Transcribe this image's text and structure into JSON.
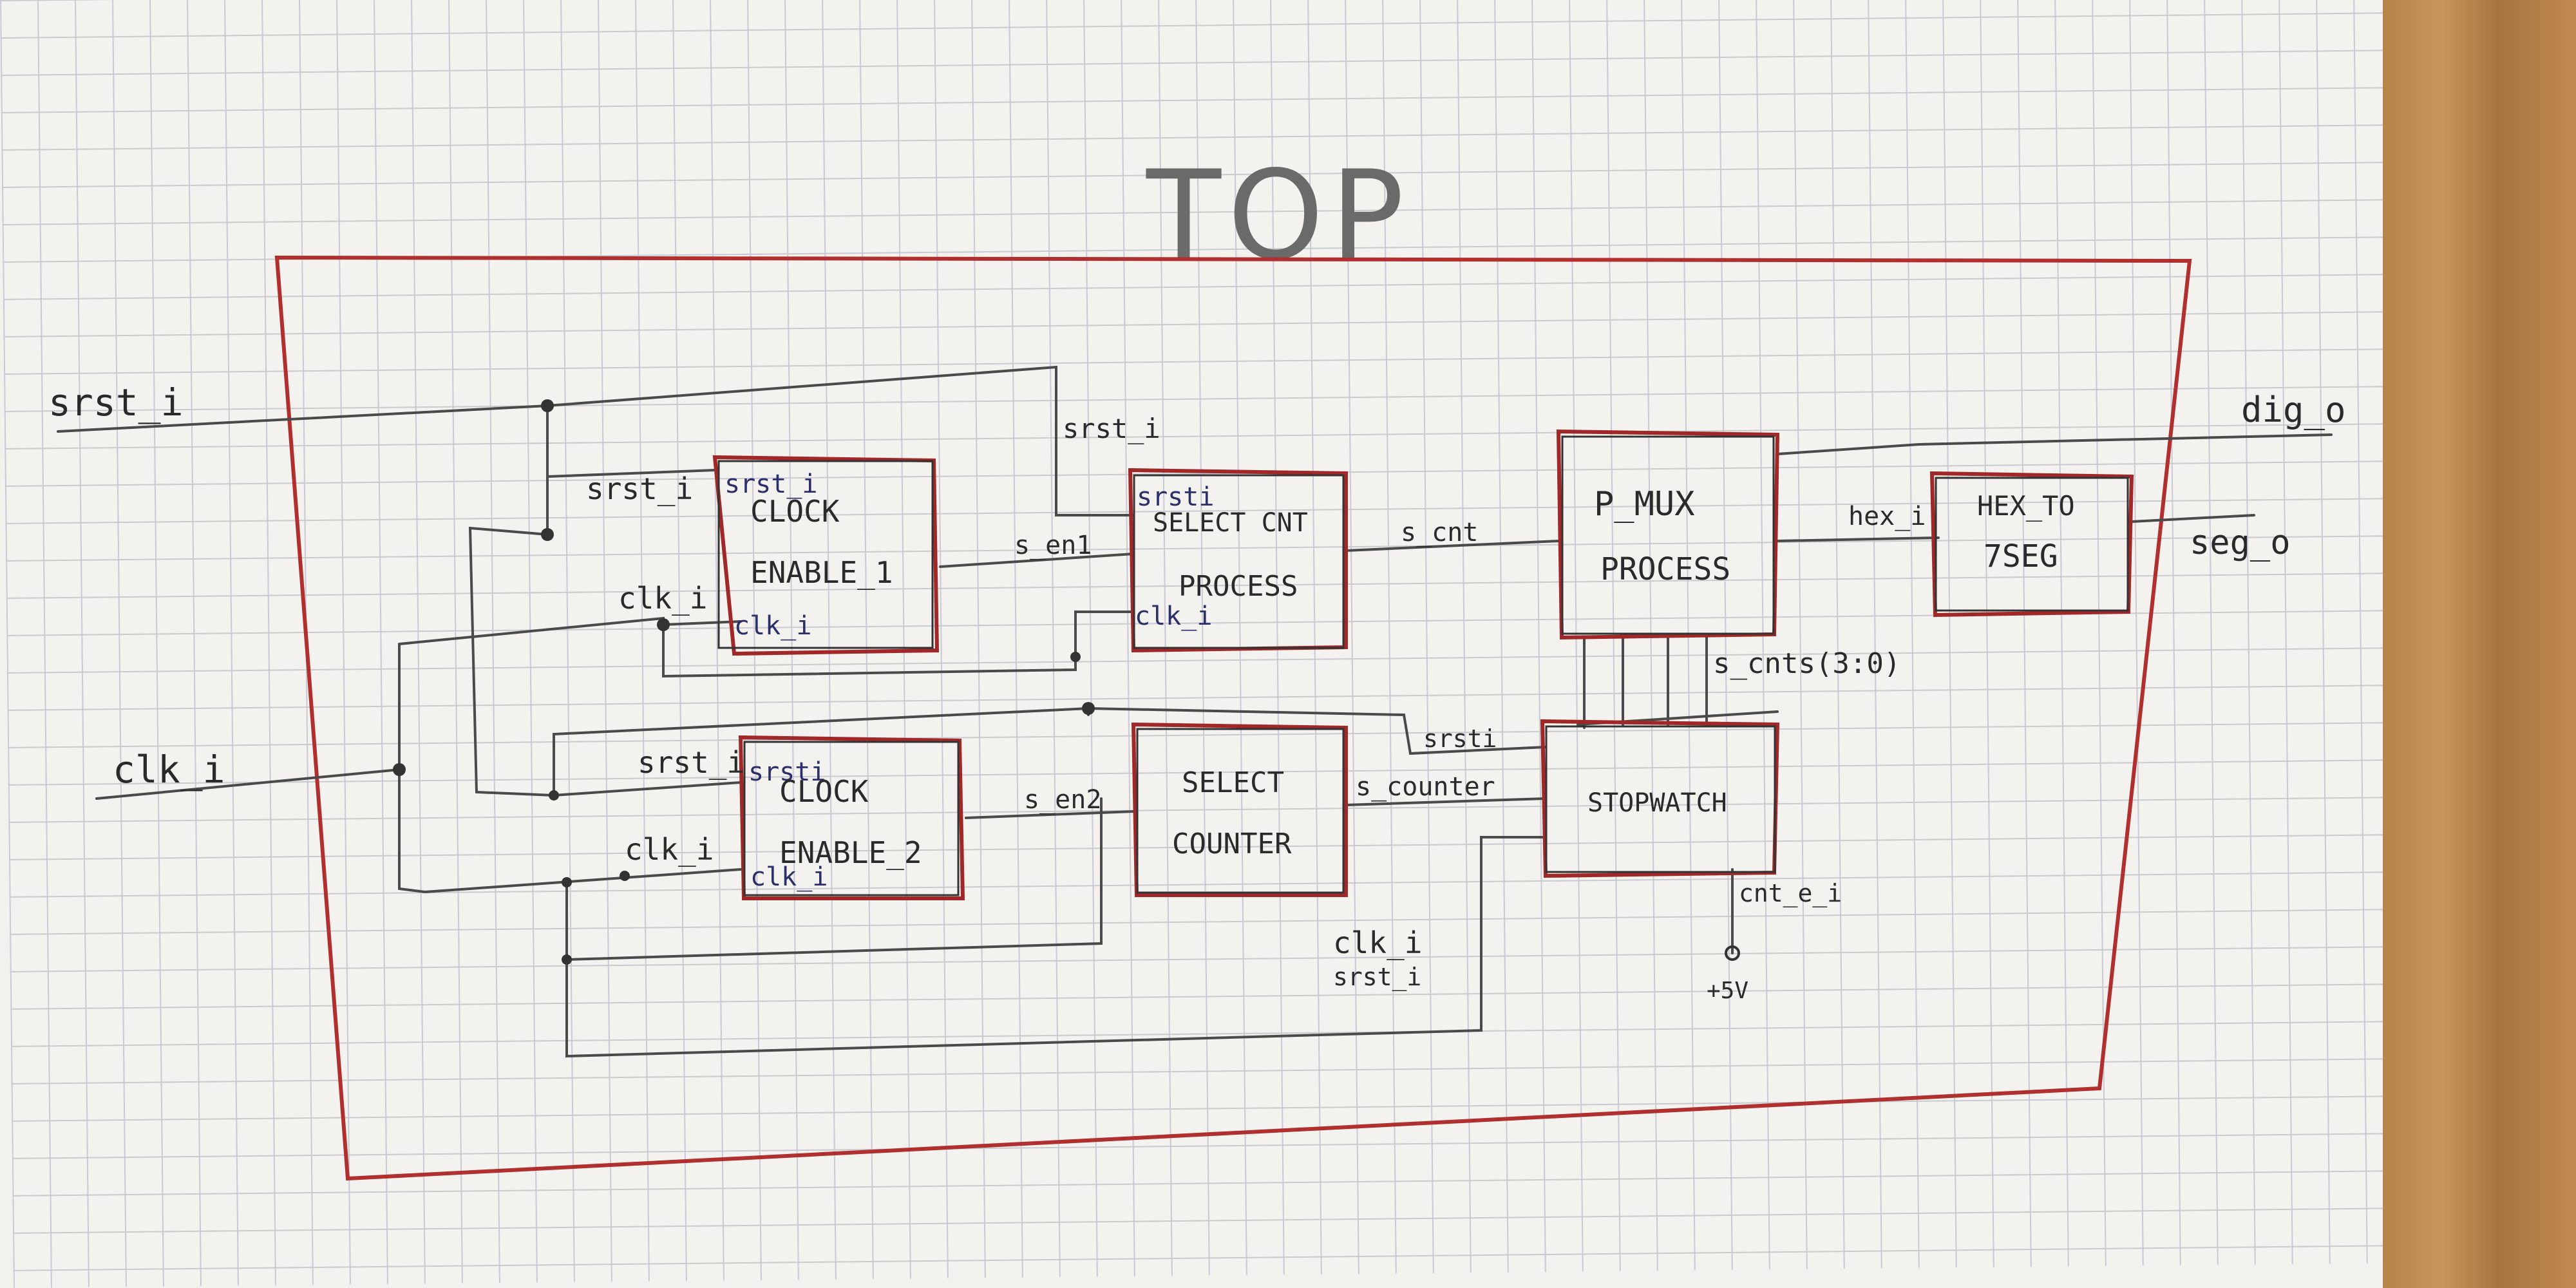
{
  "title": "TOP",
  "blocks": {
    "clock_enable_1": {
      "line1": "CLOCK",
      "line2": "ENABLE_1",
      "port_rst": "srst_i",
      "port_clk": "clk_i"
    },
    "clock_enable_2": {
      "line1": "CLOCK",
      "line2": "ENABLE_2",
      "port_rst": "srsti",
      "port_clk": "clk_i"
    },
    "select_cnt_process": {
      "line1": "SELECT CNT",
      "line2": "PROCESS",
      "port_rst": "srsti",
      "port_clk": "clk_i"
    },
    "select_counter": {
      "line1": "SELECT",
      "line2": "COUNTER"
    },
    "p_mux_process": {
      "line1": "P_MUX",
      "line2": "PROCESS"
    },
    "stopwatch": {
      "line1": "STOPWATCH"
    },
    "hex_to_7seg": {
      "line1": "HEX_TO",
      "line2": "7SEG"
    }
  },
  "signals": {
    "srst_in": "srst_i",
    "clk_in": "clk_i",
    "srst_top": "srst_i",
    "srst_ce1": "srst_i",
    "clk_ce1": "clk_i",
    "srst_ce2": "srst_i",
    "clk_ce2": "clk_i",
    "s_en1": "s_en1",
    "s_en2": "s_en2",
    "s_cnt": "s_cnt",
    "s_counter": "s_counter",
    "s_cnts": "s_cnts(3:0)",
    "srsti_sw": "srsti",
    "hex_i": "hex_i",
    "dig_o": "dig_o",
    "seg_o": "seg_o",
    "cnt_e_i": "cnt_e_i",
    "plus5v": "+5V",
    "clk_bottom": "clk_i",
    "srst_bottom": "srst_i"
  }
}
